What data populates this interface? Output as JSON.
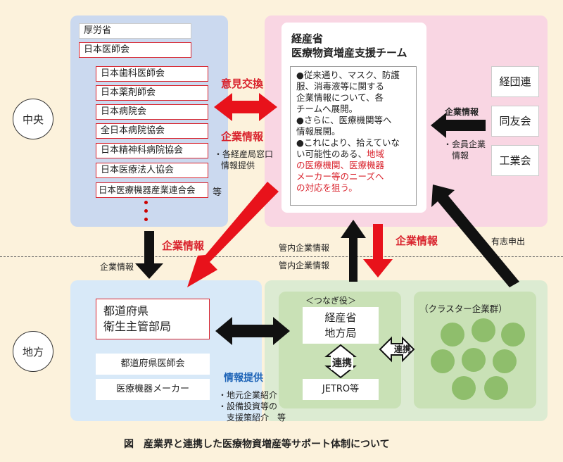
{
  "central_label": "中央",
  "regional_label": "地方",
  "left_top": {
    "mhlw": "厚労省",
    "jma": "日本医師会",
    "orgs": [
      "日本歯科医師会",
      "日本薬剤師会",
      "日本病院会",
      "全日本病院協会",
      "日本精神科病院協会",
      "日本医療法人協会",
      "日本医療機器産業連合会"
    ],
    "etc": "等"
  },
  "exchange_label": "意見交換",
  "company_info_label": "企業情報",
  "bureau_note": [
    "・各経産局窓口",
    "情報提供"
  ],
  "meti_team": {
    "title_1": "経産省",
    "title_2": "医療物資増産支援チーム",
    "bullet_1": [
      "●従来通り、マスク、防護",
      "服、消毒液等に関する",
      "企業情報について、各",
      "チームへ展開。"
    ],
    "bullet_2": [
      "●さらに、医療機関等へ",
      "情報展開。"
    ],
    "bullet_3_black": [
      "●これにより、拾えていな",
      "い可能性のある、"
    ],
    "bullet_3_red_tail": "地域",
    "bullet_3_red": [
      "の医療機関、医療機器",
      "メーカー等のニーズへ",
      "の対応を狙う。"
    ]
  },
  "industry": {
    "items": [
      "経団連",
      "同友会",
      "工業会"
    ],
    "company_info": "企業情報",
    "note": [
      "・会員企業",
      "情報"
    ]
  },
  "left_down_label": "企業情報",
  "red_diag_label": "企業情報",
  "mid_up_label": "管内企業情報",
  "mid_down_label": "管内企業情報",
  "red_down_label": "企業情報",
  "voluntary_label": "有志申出",
  "prefecture": {
    "line1": "都道府県",
    "line2": "衛生主管部局"
  },
  "pref_medical": "都道府県医師会",
  "device_maker": "医療機器メーカー",
  "info_provide": "情報提供",
  "info_notes": [
    "・地元企業紹介",
    "・設備投資等の",
    "支援策紹介　等"
  ],
  "connector": {
    "role": "＜つなぎ役＞",
    "line1": "経産省",
    "line2": "地方局",
    "link": "連携",
    "jetro": "JETRO等"
  },
  "cluster_label": "（クラスター企業群）",
  "cluster_link": "連携",
  "caption": "図　産業界と連携した医療物資増産等サポート体制について",
  "colors": {
    "pink": "#f9d8e4",
    "blue": "#cbd9ef",
    "lightblue": "#daeaf8",
    "green": "#dcebd2",
    "red": "#e8121b"
  }
}
